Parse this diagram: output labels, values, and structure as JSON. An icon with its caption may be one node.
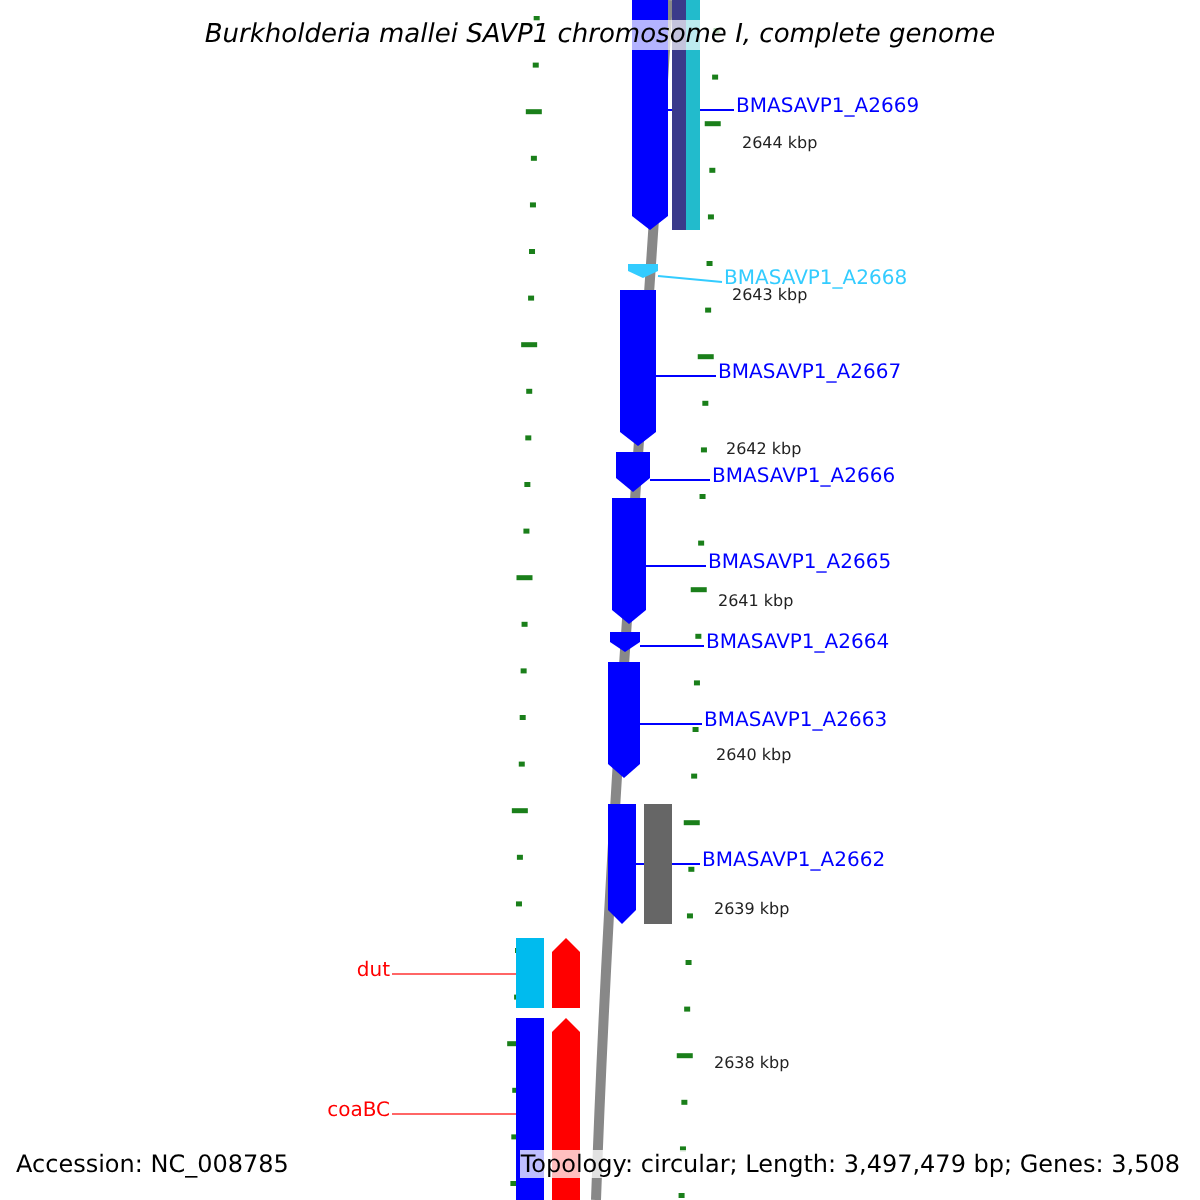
{
  "diagram": {
    "title": "Burkholderia mallei SAVP1 chromosome I, complete genome",
    "nodes": [
      {
        "text": [
          "BMASAVP1_A2669"
        ]
      },
      {
        "text": [],
        "shape": "bar"
      },
      {
        "text": [
          "BMASAVP1_A2668"
        ]
      },
      {
        "text": [],
        "shape": "bar"
      },
      {
        "text": [
          "BMASAVP1_A2667"
        ]
      },
      {
        "text": [],
        "shape": "bar"
      },
      {
        "text": [
          "BMASAVP1_A2666"
        ]
      },
      {
        "text": [],
        "shape": "bar"
      },
      {
        "text": [
          "BMASAVP1_A2665"
        ]
      },
      {
        "text": [],
        "shape": "bar"
      },
      {
        "text": [
          "BMASAVP1_A2664"
        ]
      },
      {
        "text": [],
        "shape": "bar"
      },
      {
        "text": [
          "BMASAVP1_A2663"
        ]
      },
      {
        "text": [],
        "shape": "bar"
      },
      {
        "text": [
          "BMASAVP1_A2662"
        ]
      },
      {
        "text": [],
        "shape": "bar"
      },
      {
        "text": [
          "dut"
        ]
      },
      {
        "text": [],
        "shape": "bar"
      },
      {
        "text": [
          "coaBC"
        ]
      },
      {
        "text": [],
        "shape": "bar"
      },
      {
        "text": [],
        "shape": "bar"
      },
      {
        "text": [],
        "shape": "bar"
      },
      {
        "text": [],
        "shape": "bar"
      },
      {
        "text": [],
        "shape": "bar"
      },
      {
        "text": [],
        "shape": "bar"
      }
    ],
    "edges": [
      {
        "from": 0,
        "to": 1,
        "arrow": "none"
      },
      {
        "from": 2,
        "to": 3,
        "arrow": "none",
        "color": "#33ccff"
      },
      {
        "from": 4,
        "to": 5,
        "arrow": "none"
      },
      {
        "from": 6,
        "to": 7,
        "arrow": "none"
      },
      {
        "from": 8,
        "to": 9,
        "arrow": "none"
      },
      {
        "from": 10,
        "to": 11,
        "arrow": "none"
      },
      {
        "from": 12,
        "to": 13,
        "arrow": "none"
      },
      {
        "from": 14,
        "to": 15,
        "arrow": "none"
      },
      {
        "from": 16,
        "to": 17,
        "arrow": "none",
        "color": "#ff6666"
      },
      {
        "from": 18,
        "to": 19,
        "arrow": "none",
        "color": "#ff6666"
      }
    ],
    "labels": [
      "2644 kbp",
      "2643 kbp",
      "2642 kbp",
      "2641 kbp",
      "2640 kbp",
      "2639 kbp",
      "2638 kbp",
      "Accession: NC_008785",
      "Topology: circular; Length: 3,497,479 bp; Genes: 3,508"
    ]
  }
}
